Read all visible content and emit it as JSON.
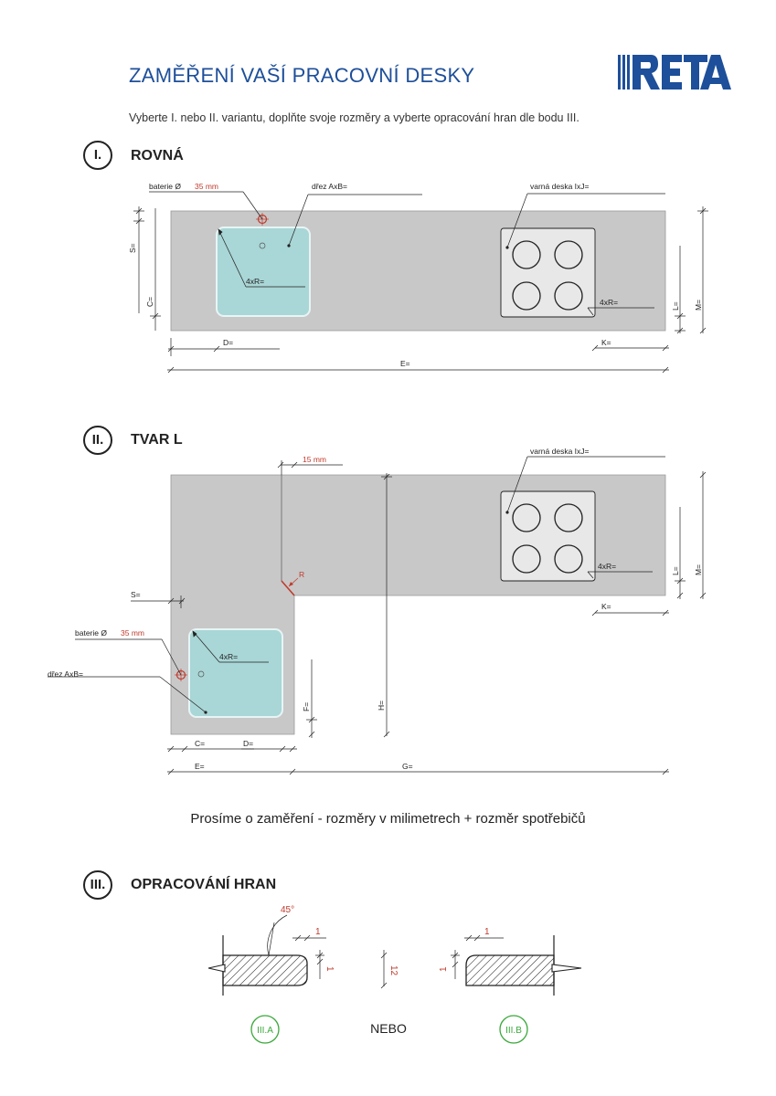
{
  "header": {
    "title": "ZAMĚŘENÍ VAŠÍ PRACOVNÍ DESKY",
    "logo_text": "RETA",
    "intro": "Vyberte I. nebo II. variantu, doplňte svoje rozměry a vyberte opracování hran dle bodu III."
  },
  "section1": {
    "number": "I.",
    "title": "ROVNÁ",
    "labels": {
      "baterie": "baterie Ø",
      "baterie_value": "35 mm",
      "drez": "dřez AxB=",
      "varna": "varná deska IxJ=",
      "s": "S=",
      "c": "C=",
      "r_sink": "4xR=",
      "r_hob": "4xR=",
      "l": "L=",
      "m": "M=",
      "d": "D=",
      "k": "K=",
      "e": "E="
    }
  },
  "section2": {
    "number": "II.",
    "title": "TVAR L",
    "labels": {
      "mm15": "15 mm",
      "varna": "varná deska IxJ=",
      "r_corner": "R",
      "s": "S=",
      "baterie": "baterie Ø",
      "baterie_value": "35 mm",
      "drez": "dřez AxB=",
      "r_sink": "4xR=",
      "r_hob": "4xR=",
      "l": "L=",
      "m": "M=",
      "k": "K=",
      "f": "F=",
      "h": "H=",
      "c": "C=",
      "d": "D=",
      "e": "E=",
      "g": "G="
    }
  },
  "note": "Prosíme o zaměření - rozměry v milimetrech + rozměr spotřebičů",
  "section3": {
    "number": "III.",
    "title": "OPRACOVÁNÍ HRAN",
    "angle": "45°",
    "dim1_a": "1",
    "dim1_b": "1",
    "dim12": "12",
    "dim1_c": "1",
    "dim1_d": "1",
    "variant_a": "III.A",
    "or": "NEBO",
    "variant_b": "III.B"
  },
  "colors": {
    "brand_blue": "#1d4f9a",
    "board_gray": "#c8c8c8",
    "sink_blue": "#a9d6d6",
    "accent_red": "#c0392b",
    "variant_green": "#3aa83a"
  }
}
